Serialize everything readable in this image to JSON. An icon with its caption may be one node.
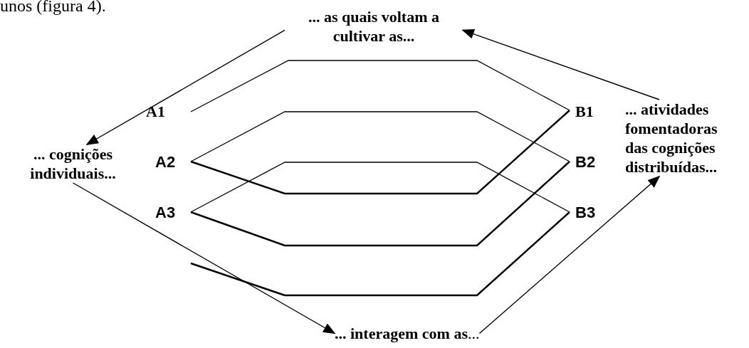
{
  "diagram": {
    "nodes": [
      {
        "text": [
          "... as quais voltam a cultivar as..."
        ]
      },
      {
        "text": [
          "... cognições individuais..."
        ]
      },
      {
        "text": [
          "**... interagem com as**..."
        ]
      },
      {
        "text": [
          "... atividades fomentadoras das cognições distribuídas..."
        ]
      }
    ],
    "edges": [
      {
        "from": 0,
        "to": 1,
        "arrow": "to"
      },
      {
        "from": 1,
        "to": 2,
        "arrow": "to"
      },
      {
        "from": 2,
        "to": 3,
        "arrow": "to"
      },
      {
        "from": 3,
        "to": 0,
        "arrow": "to"
      }
    ],
    "labels": [
      "unos (figura 4).",
      "A1",
      "A2",
      "A3",
      "B1",
      "B2",
      "B3"
    ]
  }
}
